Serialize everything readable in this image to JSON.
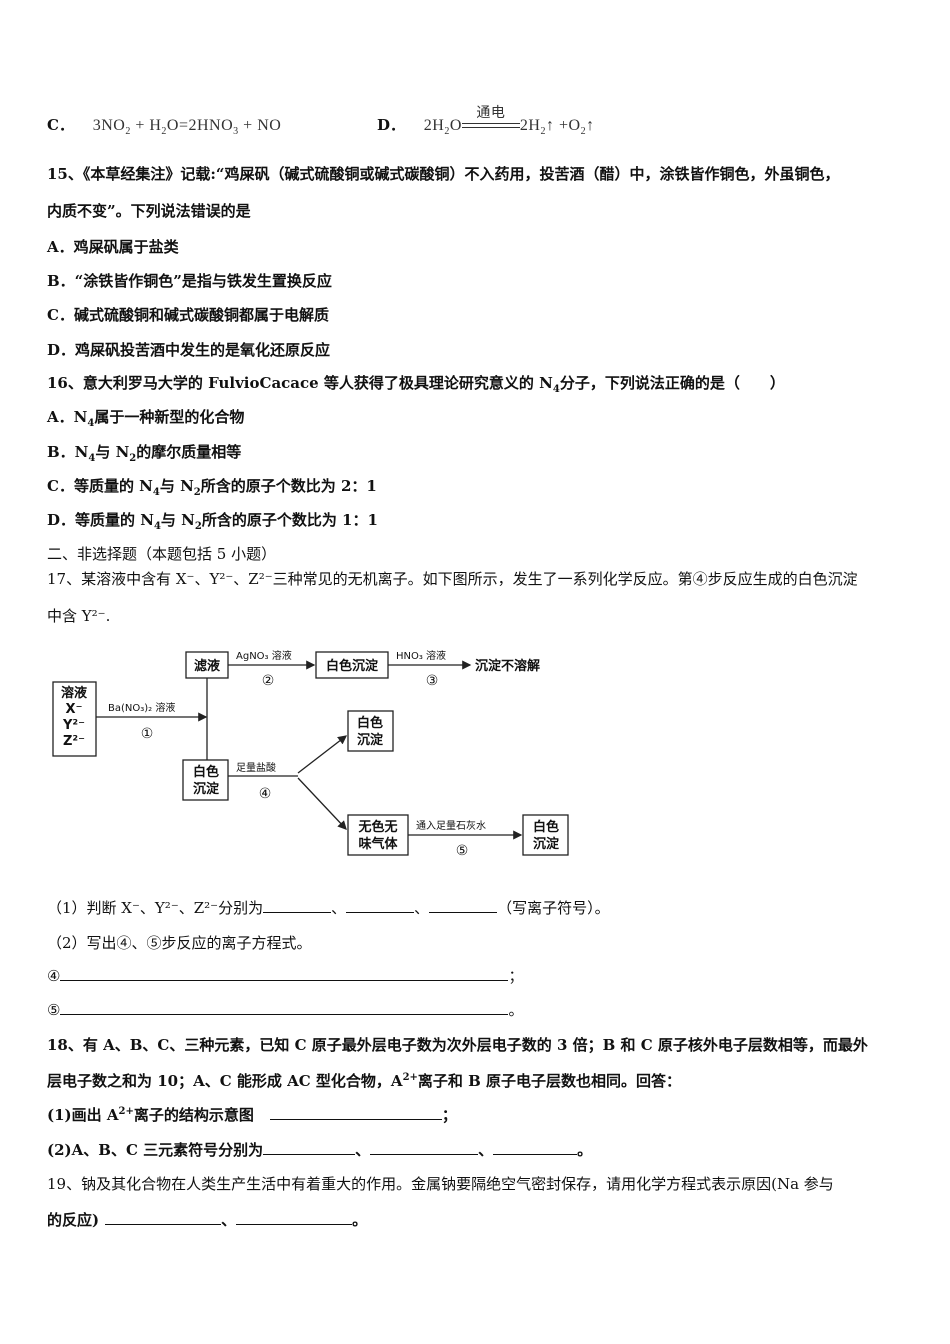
{
  "q14_options": {
    "c_label": "C．",
    "c_formula_parts": [
      "3NO",
      "2",
      " + H",
      "2",
      "O=2HNO",
      "3",
      " + NO"
    ],
    "d_label": "D．",
    "d_condition": "通电",
    "d_left": [
      "2H",
      "2",
      "O"
    ],
    "d_right": [
      "2H",
      "2",
      "↑ +O",
      "2",
      "↑"
    ]
  },
  "q15": {
    "line1": "15、《本草经集注》记载:“鸡屎矾（碱式硫酸铜或碱式碳酸铜）不入药用，投苦酒（醋）中，涂铁皆作铜色，外虽铜色，",
    "line2": "内质不变”。下列说法错误的是",
    "a": "A．鸡屎矾属于盐类",
    "b": "B．“涂铁皆作铜色”是指与铁发生置换反应",
    "c": "C．碱式硫酸铜和碱式碳酸铜都属于电解质",
    "d": "D．鸡屎矾投苦酒中发生的是氧化还原反应"
  },
  "q16": {
    "stem_pre": "16、意大利罗马大学的 FulvioCacace 等人获得了极具理论研究意义的 N",
    "stem_sub": "4",
    "stem_post": "分子，下列说法正确的是（　　）",
    "a": [
      "A．N",
      "4",
      "属于一种新型的化合物"
    ],
    "b": [
      "B．N",
      "4",
      "与 N",
      "2",
      "的摩尔质量相等"
    ],
    "c": [
      "C．等质量的 N",
      "4",
      "与 N",
      "2",
      "所含的原子个数比为 2：1"
    ],
    "d": [
      "D．等质量的 N",
      "4",
      "与 N",
      "2",
      "所含的原子个数比为 1：1"
    ]
  },
  "section2": "二、非选择题（本题包括 5 小题）",
  "q17": {
    "line1": "17、某溶液中含有 X⁻、Y²⁻、Z²⁻三种常见的无机离子。如下图所示，发生了一系列化学反应。第④步反应生成的白色沉淀",
    "line2": "中含 Y²⁻.",
    "diagram": {
      "solution_lines": [
        "溶液",
        "X⁻",
        "Y²⁻",
        "Z²⁻"
      ],
      "reagent1": "Ba(NO₃)₂ 溶液",
      "step1": "①",
      "filtrate": "滤液",
      "reagent2": "AgNO₃ 溶液",
      "step2": "②",
      "white_ppt": "白色沉淀",
      "reagent3": "HNO₃ 溶液",
      "step3": "③",
      "not_dissolve": "沉淀不溶解",
      "white_ppt2": [
        "白色",
        "沉淀"
      ],
      "reagent4": "足量盐酸",
      "step4": "④",
      "white_ppt3": [
        "白色",
        "沉淀"
      ],
      "gas": [
        "无色无",
        "味气体"
      ],
      "reagent5": "通入足量石灰水",
      "step5": "⑤",
      "white_ppt4": [
        "白色",
        "沉淀"
      ]
    },
    "sub1_pre": "（1）判断 X⁻、Y²⁻、Z²⁻分别为",
    "sub1_sep": "、",
    "sub1_post": "（写离子符号）。",
    "sub2": "（2）写出④、⑤步反应的离子方程式。",
    "eq4_label": "④",
    "eq4_end": "；",
    "eq5_label": "⑤",
    "eq5_end": "。"
  },
  "q18": {
    "line1": "18、有 A、B、C、三种元素，已知 C 原子最外层电子数为次外层电子数的 3 倍；B 和 C 原子核外电子层数相等，而最外",
    "line2_pre": "层电子数之和为 10；A、C 能形成 AC 型化合物，A",
    "line2_sup": "2+",
    "line2_post": "离子和 B 原子电子层数也相同。回答：",
    "sub1_pre": "(1)画出 A",
    "sub1_sup": "2+",
    "sub1_post": "离子的结构示意图",
    "sub1_end": "；",
    "sub2_pre": "(2)A、B、C 三元素符号分别为",
    "sub2_sep": "、",
    "sub2_end": "。"
  },
  "q19": {
    "line1": "19、钠及其化合物在人类生产生活中有着重大的作用。金属钠要隔绝空气密封保存，请用化学方程式表示原因(Na 参与",
    "line2_pre": "的反应)",
    "line2_sep": "、",
    "line2_end": "。"
  }
}
